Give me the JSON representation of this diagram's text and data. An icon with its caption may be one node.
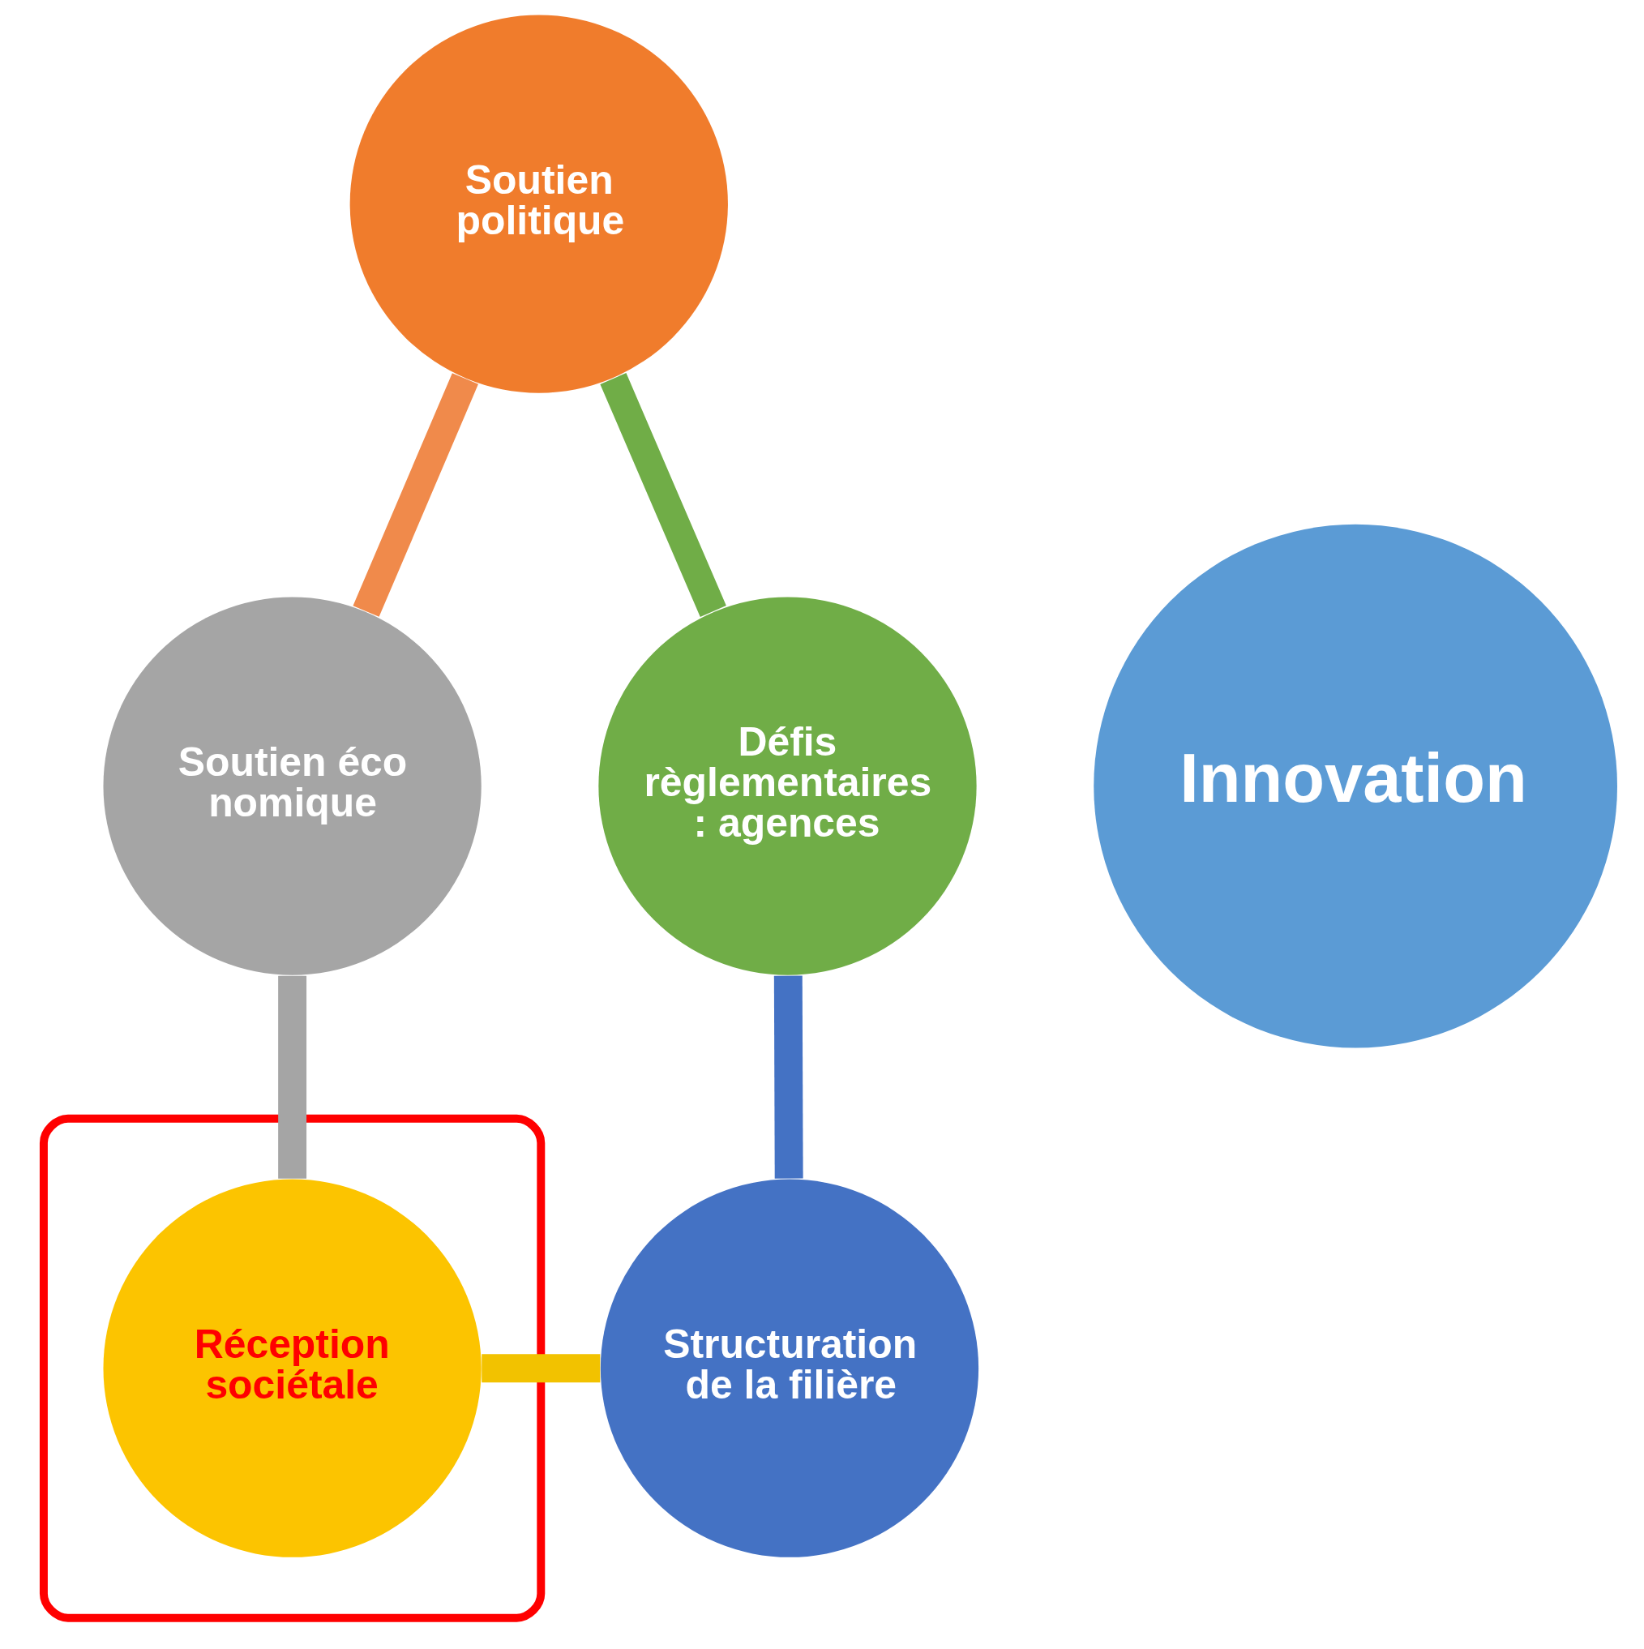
{
  "diagram": {
    "nodes": [
      {
        "text": [
          "Innovation"
        ]
      },
      {
        "text": [
          "Soutien politique"
        ]
      },
      {
        "text": [
          "Soutien éco nomique"
        ]
      },
      {
        "text": [],
        "shape": "ellipse"
      },
      {
        "text": [
          "Réception sociétale"
        ],
        "in": 3
      },
      {
        "text": [
          "Structuration de la filière"
        ]
      },
      {
        "text": [
          "Défis règlementaires : agences"
        ]
      }
    ],
    "edges": [
      {
        "from": 1,
        "to": 2,
        "arrow": "none",
        "color": "#f08a4b"
      },
      {
        "from": 2,
        "to": 4,
        "arrow": "none",
        "color": "#a5a5a5"
      },
      {
        "from": 4,
        "to": 5,
        "arrow": "none",
        "color": "#f2c200"
      },
      {
        "from": 5,
        "to": 6,
        "arrow": "none",
        "color": "#4472c4"
      },
      {
        "from": 6,
        "to": 1,
        "arrow": "none",
        "color": "#70ad47"
      }
    ]
  }
}
